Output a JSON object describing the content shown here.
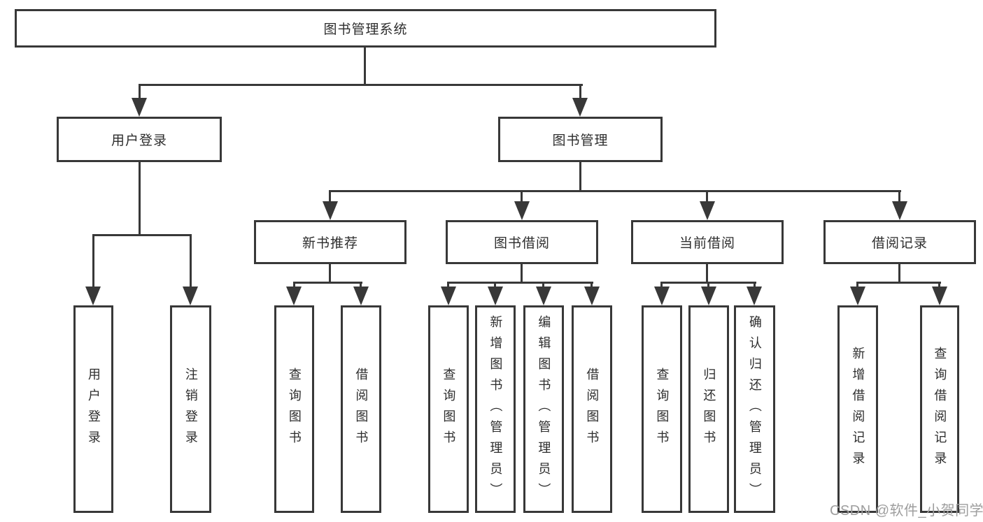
{
  "diagram": {
    "root": {
      "label": "图书管理系统"
    },
    "level1": {
      "user_login": {
        "label": "用户登录"
      },
      "book_management": {
        "label": "图书管理"
      }
    },
    "level2": {
      "new_book_recommend": {
        "label": "新书推荐"
      },
      "book_borrow": {
        "label": "图书借阅"
      },
      "current_borrow": {
        "label": "当前借阅"
      },
      "borrow_records": {
        "label": "借阅记录"
      }
    },
    "leaves": {
      "user_login": {
        "label": "用户登录"
      },
      "logout": {
        "label": "注销登录"
      },
      "rec_query_books": {
        "label": "查询图书"
      },
      "rec_borrow_books": {
        "label": "借阅图书"
      },
      "bb_query_books": {
        "label": "查询图书"
      },
      "bb_add_books": {
        "label": "新增图书（管理员）"
      },
      "bb_edit_books": {
        "label": "编辑图书（管理员）"
      },
      "bb_borrow_books": {
        "label": "借阅图书"
      },
      "cb_query_books": {
        "label": "查询图书"
      },
      "cb_return_books": {
        "label": "归还图书"
      },
      "cb_confirm_return": {
        "label": "确认归还（管理员）"
      },
      "br_add_record": {
        "label": "新增借阅记录"
      },
      "br_query_record": {
        "label": "查询借阅记录"
      }
    },
    "watermark": "CSDN @软件_小贺同学",
    "colors": {
      "line": "#383838",
      "text": "#2d2d2d",
      "watermark": "#9e9e9e",
      "background": "#ffffff"
    }
  }
}
